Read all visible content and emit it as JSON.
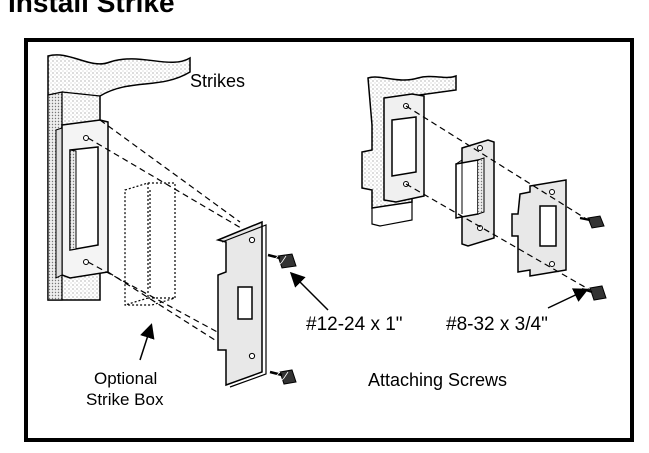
{
  "heading": "Install Strike",
  "labels": {
    "strikes": "Strikes",
    "screw_large": "#12-24 x 1\"",
    "screw_small": "#8-32 x 3/4\"",
    "optional_line1": "Optional",
    "optional_line2": "Strike Box",
    "attaching_screws": "Attaching Screws"
  }
}
